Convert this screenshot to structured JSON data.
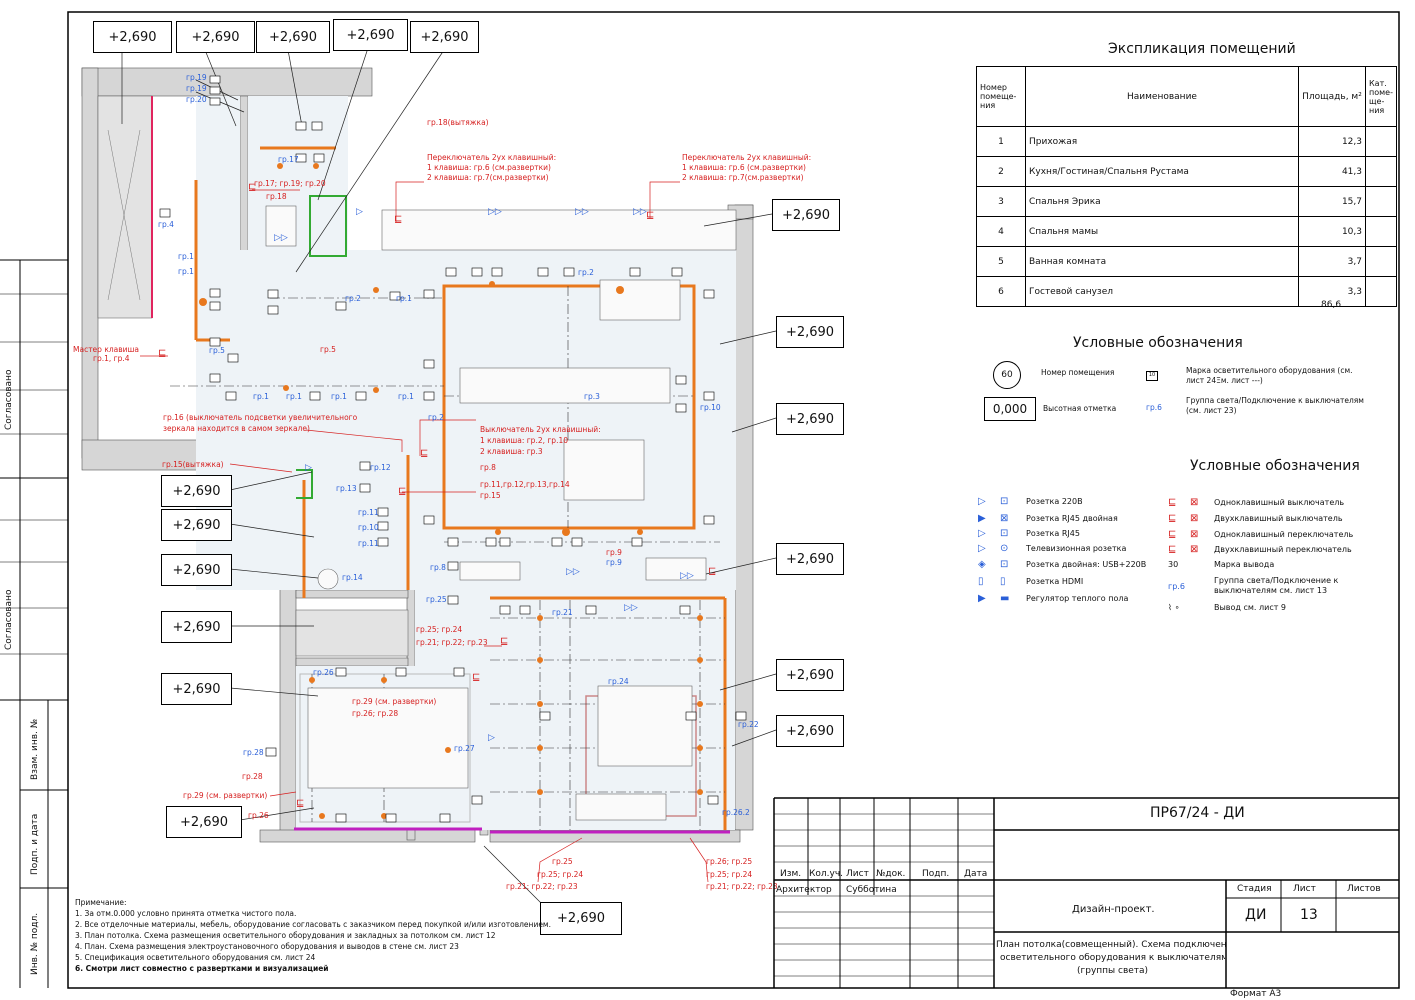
{
  "height_marks": [
    "+2,690",
    "+2,690",
    "+2,690",
    "+2,690",
    "+2,690",
    "+2,690",
    "+2,690",
    "+2,690",
    "+2,690",
    "+2,690",
    "+2,690",
    "+2,690",
    "+2,690",
    "+2,690",
    "+2,690",
    "+2,690",
    "+2,690",
    "+2,690"
  ],
  "explication": {
    "title": "Экспликация помещений",
    "headers": [
      "Номер помеще- ния",
      "Наименование",
      "Площадь, м²",
      "Кат. поме- ще- ния"
    ],
    "rows": [
      {
        "num": "1",
        "name": "Прихожая",
        "area": "12,3"
      },
      {
        "num": "2",
        "name": "Кухня/Гостиная/Спальня Рустама",
        "area": "41,3"
      },
      {
        "num": "3",
        "name": "Спальня Эрика",
        "area": "15,7"
      },
      {
        "num": "4",
        "name": "Спальня мамы",
        "area": "10,3"
      },
      {
        "num": "5",
        "name": "Ванная комната",
        "area": "3,7"
      },
      {
        "num": "6",
        "name": "Гостевой санузел",
        "area": "3,3"
      }
    ],
    "total": "86,6"
  },
  "legend1": {
    "title": "Условные обозначения",
    "room_num_sample": "60",
    "room_num_label": "Номер помещения",
    "height_sample": "0,000",
    "height_label": "Высотная отметка",
    "marker_sample": "10",
    "marker_label": "Марка осветительного оборудования (см. лист 24Ξм. лист ---)",
    "group_sample": "гр.6",
    "group_label": "Группа света/Подключение к выключателям (см. лист 23)"
  },
  "legend2": {
    "title": "Условные обозначения",
    "left": [
      "Розетка 220В",
      "Розетка RJ45 двойная",
      "Розетка RJ45",
      "Телевизионная розетка",
      "Розетка двойная: USB+220В",
      "Розетка HDMI",
      "Регулятор теплого пола"
    ],
    "right": [
      "Одноклавишный выключатель",
      "Двухклавишный выключатель",
      "Одноклавишный переключатель",
      "Двухклавишный переключатель",
      "Марка вывода",
      "Группа света/Подключение к выключателям см. лист 13",
      "Вывод  см. лист 9"
    ],
    "output_num": "30",
    "group_sample": "гр.6"
  },
  "plan_notes": {
    "n_group18": "гр.18(вытяжка)",
    "n_switch2_left_title": "Переключатель 2ух клавишный:",
    "n_switch2_left_1": "1 клавиша: гр.6 (см.развертки)",
    "n_switch2_left_2": "2 клавиша: гр.7(см.развертки)",
    "n_switch2_right_title": "Переключатель 2ух клавишный:",
    "n_switch2_right_1": "1 клавиша: гр.6 (см.развертки)",
    "n_switch2_right_2": "2 клавиша: гр.7(см.развертки)",
    "n_master": "Мастер клавиша",
    "n_master_groups": "гр.1, гр.4",
    "n_g16_a": "гр.16 (выключатель подсветки увеличительного",
    "n_g16_b": "зеркала находится в самом зеркале)",
    "n_g15": "гр.15(вытяжка)",
    "n_switch_mid_title": "Выключатель 2ух клавишный:",
    "n_switch_mid_1": "1 клавиша: гр.2, гр.10",
    "n_switch_mid_2": "2 клавиша: гр.3",
    "n_g8": "гр.8",
    "n_g11": "гр.11,гр.12,гр.13,гр.14",
    "n_g15b": "гр.15",
    "n_g9": "гр.9",
    "n_g25_24": "гр.25; гр.24",
    "n_g21_23": "гр.21; гр.22; гр.23",
    "n_g29_razv": "гр.29 (см. развертки)",
    "n_g26_28": "гр.26; гр.28",
    "n_g28": "гр.28",
    "n_g29b": "гр.29 (см. развертки)",
    "n_g26": "гр.26",
    "n_g17_20": "гр.17; гр.19; гр.20",
    "n_g18": "гр.18",
    "n_g5": "гр.5",
    "n_bot_25": "гр.25",
    "n_bot_25_24": "гр.25; гр.24",
    "n_bot_21_23": "гр.21; гр.22; гр.23",
    "n_bot_26_25": "гр.26; гр.25",
    "n_bot_25_24b": "гр.25; гр.24",
    "n_bot_21_23b": "гр.21; гр.22; гр.23"
  },
  "plan_groups": {
    "g19a": "гр.19",
    "g19b": "гр.19",
    "g20": "гр.20",
    "g4": "гр.4",
    "g1a": "гр.1",
    "g1b": "гр.1",
    "g5": "гр.5",
    "g17": "гр.17",
    "g2a": "гр.2",
    "g2b": "гр.2",
    "g2c": "гр.2",
    "g1c": "гр.1",
    "g1d": "гр.1",
    "g1e": "гр.1",
    "g1f": "гр.1",
    "g1g": "гр.1",
    "g3": "гр.3",
    "g10": "гр.10",
    "g12": "гр.12",
    "g13": "гр.13",
    "g11a": "гр.11",
    "g10b": "гр.10",
    "g11b": "гр.11",
    "g14": "гр.14",
    "g8": "гр.8",
    "g25": "гр.25",
    "g21": "гр.21",
    "g22": "гр.22",
    "g24": "гр.24",
    "g26": "гр.26",
    "g27": "гр.27",
    "g28": "гр.28",
    "g26_2": "гр.26.2",
    "g9": "гр.9"
  },
  "notes": {
    "title": "Примечание:",
    "items": [
      "1.   За отм.0.000 условно принята отметка чистого пола.",
      "2.   Все отделочные материалы, мебель, оборудование согласовать с заказчиком перед покупкой и/или изготовлением.",
      "3.   План потолка.  Схема размещения осветительного оборудования и закладных за потолком см. лист 12",
      "4.   План. Схема размещения электроустановочного оборудования и выводов в стене см. лист 23",
      "5.   Спецификация осветительного оборудования см. лист 24",
      "6.   Смотри лист совместно с развертками и визуализацией"
    ]
  },
  "side_labels": {
    "agreed1": "Согласовано",
    "agreed2": "Согласовано",
    "swap": "Взам. инв. №",
    "sign": "Подп. и дата",
    "inv": "Инв. № подл."
  },
  "stamp": {
    "code": "ПР67/24 - ДИ",
    "cols": [
      "Изм.",
      "Кол.уч.",
      "Лист",
      "№док.",
      "Подп.",
      "Дата"
    ],
    "role": "Архитектор",
    "person": "Субботина",
    "project": "Дизайн-проект.",
    "stage_h": "Стадия",
    "sheet_h": "Лист",
    "sheets_h": "Листов",
    "stage": "ДИ",
    "sheet": "13",
    "desc1": "План потолка(совмещенный). Схема подключения",
    "desc2": "осветительного оборудования к выключателям",
    "desc3": "(группы света)",
    "format": "Формат А3"
  }
}
